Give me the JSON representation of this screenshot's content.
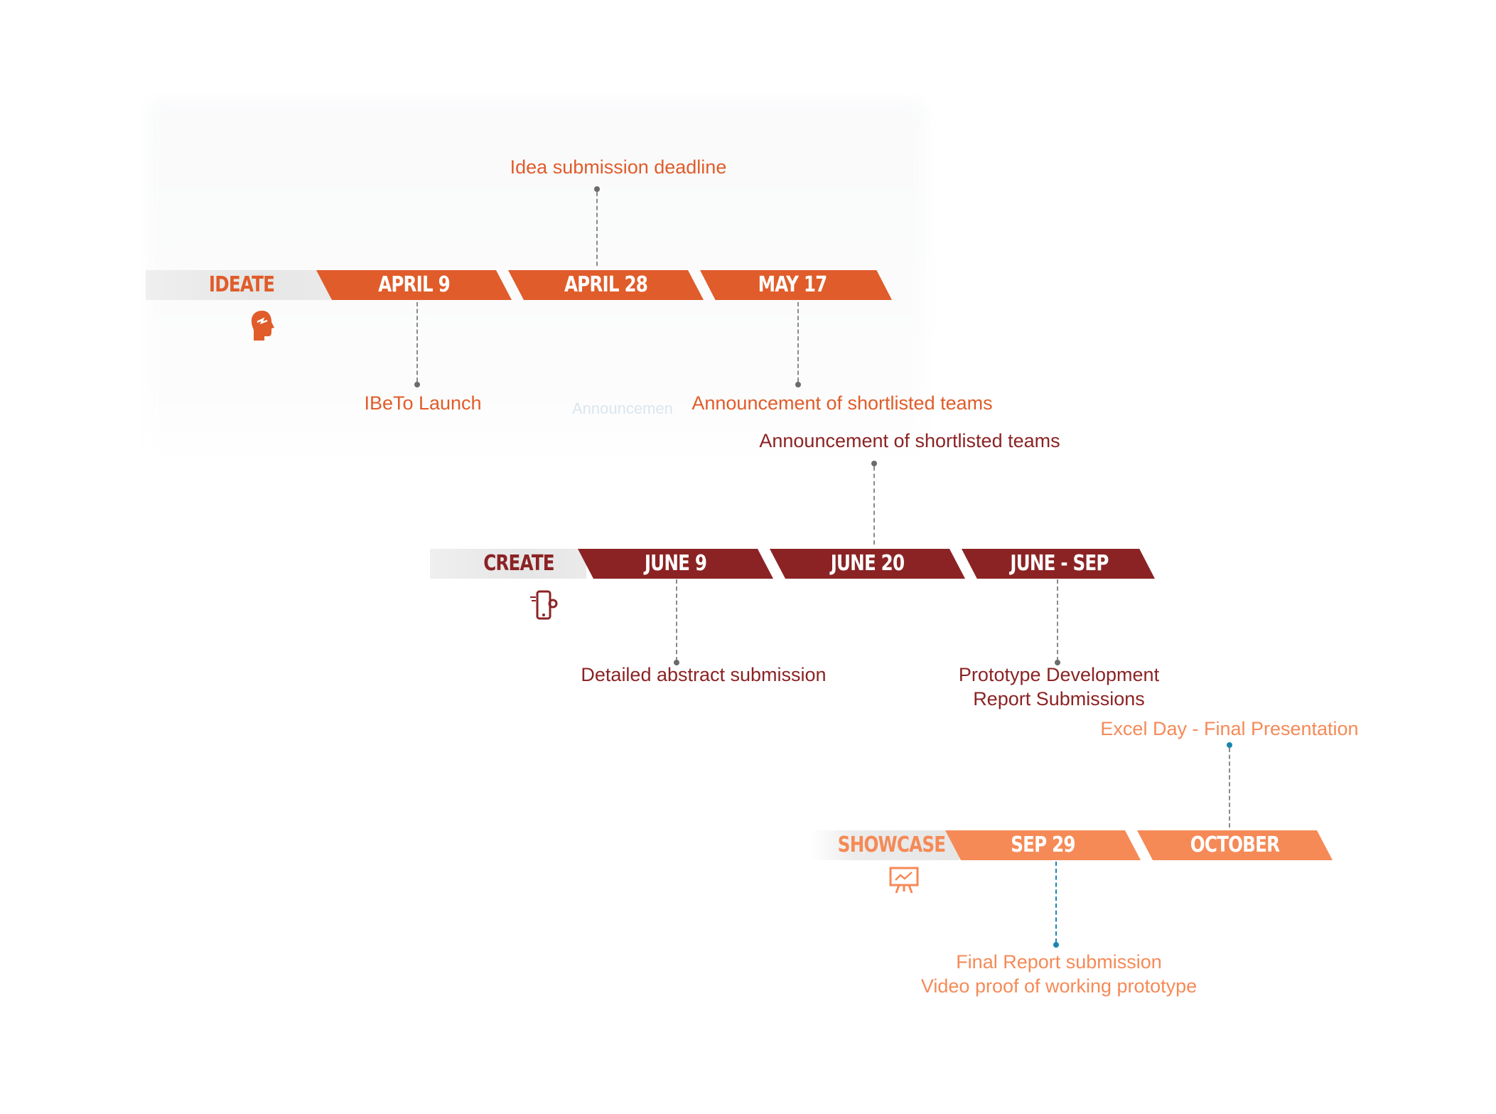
{
  "colors": {
    "ideate": "#e05c2a",
    "create": "#8b2324",
    "showcase": "#f58a57",
    "connector": "#8a8a8a",
    "showcase_dot": "#1a86b0"
  },
  "ideate": {
    "stage": "IDEATE",
    "icon": "head-brain-icon",
    "dates": [
      "APRIL 9",
      "APRIL 28",
      "MAY 17"
    ],
    "notes": {
      "above_april28": "Idea submission deadline",
      "below_april9": "IBeTo Launch",
      "below_may17": "Announcement of shortlisted teams",
      "faint_ghost": "Announcemen"
    }
  },
  "create": {
    "stage": "CREATE",
    "icon": "mobile-settings-icon",
    "dates": [
      "JUNE 9",
      "JUNE 20",
      "JUNE - SEP"
    ],
    "notes": {
      "above_june20": "Announcement of shortlisted teams",
      "below_june9": "Detailed abstract submission",
      "below_junesep_line1": "Prototype Development",
      "below_junesep_line2": "Report Submissions"
    }
  },
  "showcase": {
    "stage": "SHOWCASE",
    "icon": "presentation-board-icon",
    "dates": [
      "SEP 29",
      "OCTOBER"
    ],
    "notes": {
      "above_october": "Excel Day - Final Presentation",
      "below_sep29_line1": "Final Report submission",
      "below_sep29_line2": "Video proof of working prototype"
    }
  }
}
